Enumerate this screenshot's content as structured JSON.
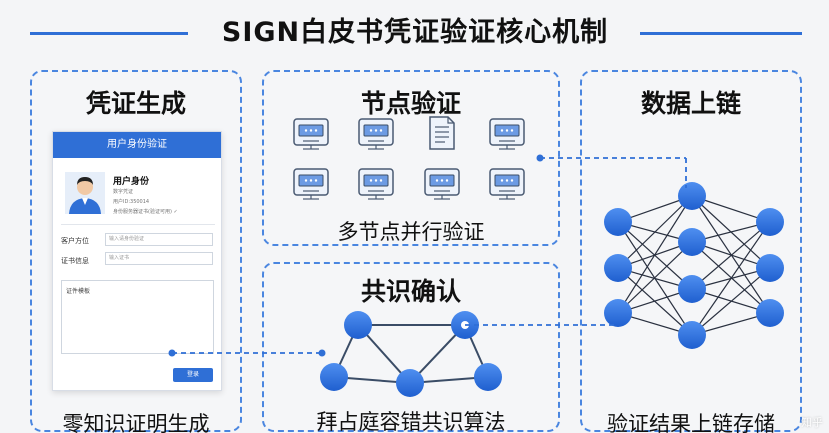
{
  "title": "SIGN白皮书凭证验证核心机制",
  "panels": {
    "generation": {
      "title": "凭证生成",
      "caption": "零知识证明生成",
      "card": {
        "header": "用户身份验证",
        "user_name": "用户身份",
        "meta_1": "数字凭证",
        "meta_2": "用户ID:350014",
        "meta_3": "身份服务器证书(验证可用) ✓",
        "field_1_label": "客户方位",
        "field_1_placeholder": "输入请身份验证",
        "field_2_label": "证书信息",
        "field_2_placeholder": "输入证书",
        "textarea_label": "证件模板",
        "submit_label": "登录"
      }
    },
    "nodes": {
      "title": "节点验证",
      "caption": "多节点并行验证"
    },
    "consensus": {
      "title": "共识确认",
      "caption": "拜占庭容错共识算法"
    },
    "chain": {
      "title": "数据上链",
      "caption": "验证结果上链存储"
    }
  },
  "watermark": "知乎"
}
